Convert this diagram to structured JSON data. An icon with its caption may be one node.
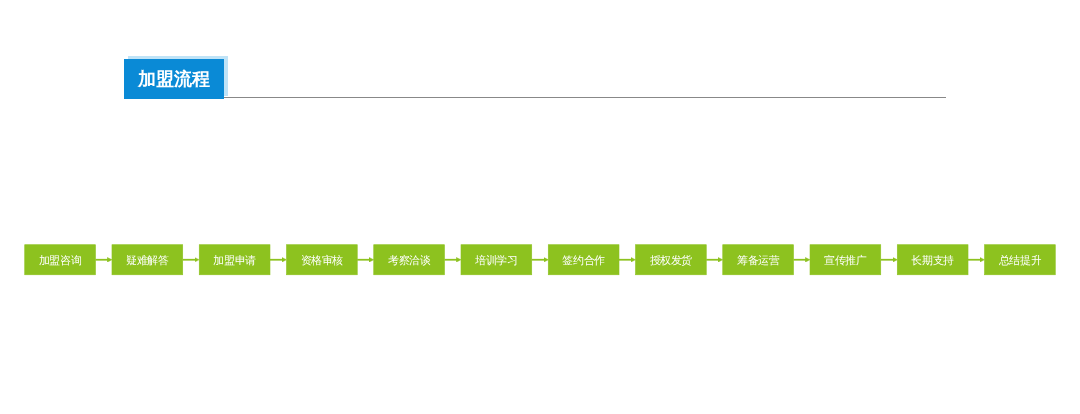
{
  "diagram": {
    "title": "加盟流程",
    "nodes": [
      {
        "text": [
          "加盟咨询"
        ]
      },
      {
        "text": [
          "疑难解答"
        ]
      },
      {
        "text": [
          "加盟申请"
        ]
      },
      {
        "text": [
          "资格审核"
        ]
      },
      {
        "text": [
          "考察洽谈"
        ]
      },
      {
        "text": [
          "培训学习"
        ]
      },
      {
        "text": [
          "签约合作"
        ]
      },
      {
        "text": [
          "授权发货"
        ]
      },
      {
        "text": [
          "筹备运营"
        ]
      },
      {
        "text": [
          "宣传推广"
        ]
      },
      {
        "text": [
          "长期支持"
        ]
      },
      {
        "text": [
          "总结提升"
        ]
      }
    ],
    "edges": [
      {
        "from": 0,
        "to": 1,
        "arrow": "to"
      },
      {
        "from": 1,
        "to": 2,
        "arrow": "to"
      },
      {
        "from": 2,
        "to": 3,
        "arrow": "to"
      },
      {
        "from": 3,
        "to": 4,
        "arrow": "to"
      },
      {
        "from": 4,
        "to": 5,
        "arrow": "to"
      },
      {
        "from": 5,
        "to": 6,
        "arrow": "to"
      },
      {
        "from": 6,
        "to": 7,
        "arrow": "to"
      },
      {
        "from": 7,
        "to": 8,
        "arrow": "to"
      },
      {
        "from": 8,
        "to": 9,
        "arrow": "to"
      },
      {
        "from": 9,
        "to": 10,
        "arrow": "to"
      },
      {
        "from": 10,
        "to": 11,
        "arrow": "to"
      }
    ]
  }
}
